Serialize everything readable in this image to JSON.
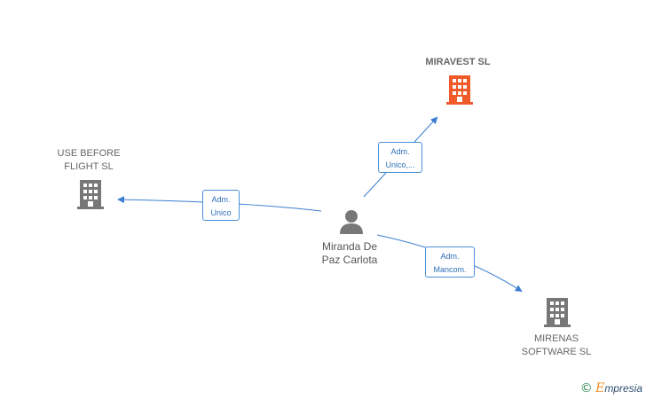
{
  "colors": {
    "edge": "#3c7fd1",
    "company": "#777777",
    "main_company": "#f05a28",
    "person": "#777777"
  },
  "person": {
    "name_line1": "Miranda De",
    "name_line2": "Paz Carlota",
    "icon": "person-icon"
  },
  "companies": [
    {
      "id": "miravest",
      "line1": "MIRAVEST  SL",
      "line2": "",
      "icon": "building-icon",
      "highlight": true
    },
    {
      "id": "use-before",
      "line1": "USE BEFORE",
      "line2": "FLIGHT  SL",
      "icon": "building-icon",
      "highlight": false
    },
    {
      "id": "mirenas",
      "line1": "MIRENAS",
      "line2": "SOFTWARE  SL",
      "icon": "building-icon",
      "highlight": false
    }
  ],
  "edges": [
    {
      "to": "miravest",
      "line1": "Adm.",
      "line2": "Unico,..."
    },
    {
      "to": "use-before",
      "line1": "Adm.",
      "line2": "Unico"
    },
    {
      "to": "mirenas",
      "line1": "Adm.",
      "line2": "Mancom."
    }
  ],
  "brand": {
    "copyright": "©",
    "e": "E",
    "rest": "mpresia"
  }
}
